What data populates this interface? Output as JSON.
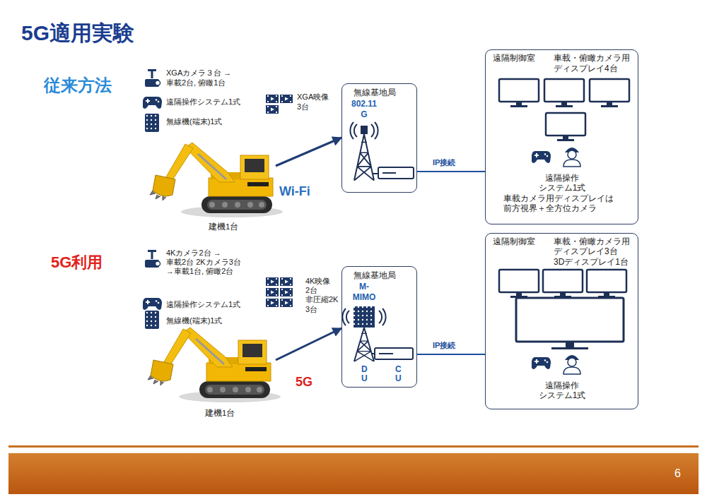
{
  "diagram": {
    "title": "5G適用実験",
    "nodes": [
      {
        "text": [
          "建機1台"
        ]
      },
      {
        "text": [
          "無線基地局",
          "802.11 G"
        ]
      },
      {
        "text": [
          "遠隔制御室",
          "車載・俯瞰カメラ用 ディスプレイ4台",
          "遠隔操作 システム1式",
          "車載カメラ用ディスプレイは 前方視界＋全方位カメラ"
        ]
      },
      {
        "text": [
          "建機1台"
        ]
      },
      {
        "text": [
          "無線基地局",
          "M- MIMO",
          "D U",
          "C U"
        ]
      },
      {
        "text": [
          "遠隔制御室",
          "車載・俯瞰カメラ用 ディスプレイ3台 3Dディスプレイ1台",
          "遠隔操作 システム1式"
        ]
      }
    ],
    "edges": [
      {
        "from": 0,
        "to": 1,
        "arrow": "to",
        "label": "Wi-Fi"
      },
      {
        "from": 1,
        "to": 2,
        "arrow": "none",
        "label": "IP接続"
      },
      {
        "from": 3,
        "to": 4,
        "arrow": "to",
        "label": "5G"
      },
      {
        "from": 4,
        "to": 5,
        "arrow": "none",
        "label": "IP接続"
      }
    ],
    "labels": [
      "従来方法",
      "XGAカメラ３台 →車載2台, 俯瞰1台",
      "遠隔操作システム1式",
      "無線機(端末)1式",
      "XGA映像 3台",
      "5G利用",
      "4Kカメラ2台 →車載2台 2Kカメラ3台 →車載1台, 俯瞰2台",
      "遠隔操作システム1式",
      "無線機(端末)1式",
      "4K映像 2台 非圧縮2K 3台",
      "6"
    ]
  }
}
